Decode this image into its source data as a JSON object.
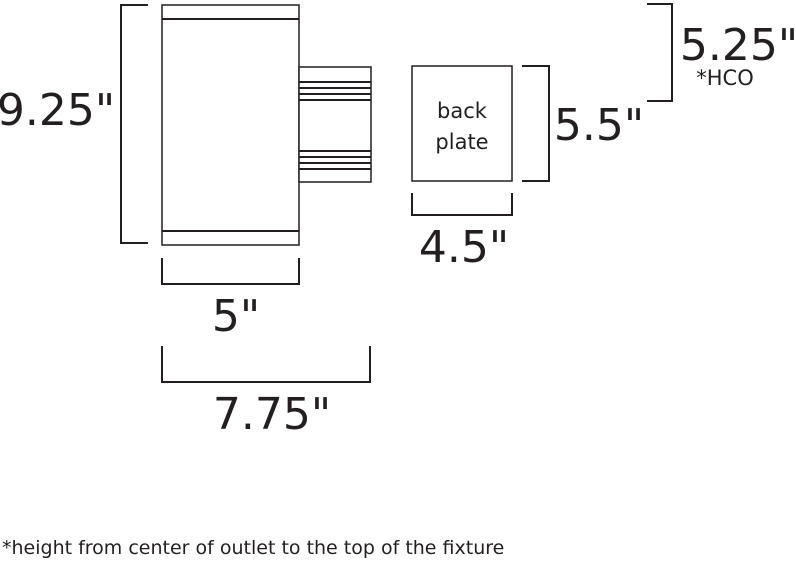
{
  "dimensions": {
    "height": "9.25\"",
    "width": "5\"",
    "depth": "7.75\"",
    "hco": "5.25\"",
    "hco_tag": "*HCO",
    "backplate_height": "5.5\"",
    "backplate_width": "4.5\""
  },
  "backplate": {
    "line1": "back",
    "line2": "plate"
  },
  "footnote": "*height from center of outlet to the top of the fixture"
}
